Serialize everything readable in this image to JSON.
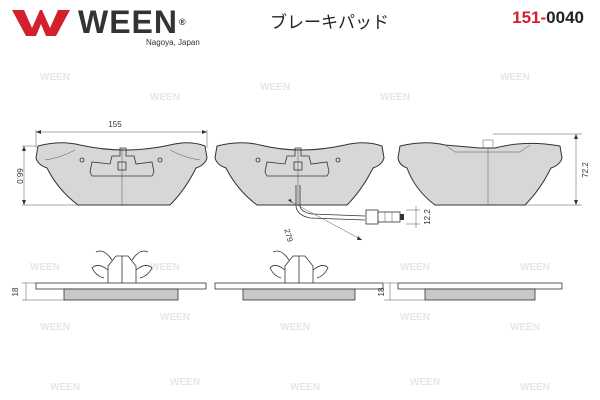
{
  "brand": {
    "name": "WEEN",
    "registered": "®",
    "location": "Nagoya, Japan",
    "accent_color": "#d4202c"
  },
  "product": {
    "title": "ブレーキパッド",
    "part_prefix": "151-",
    "part_suffix": "0040"
  },
  "dimensions": {
    "width": "155",
    "height_left": "66.0",
    "height_right": "72.2",
    "sensor_length": "279",
    "sensor_width": "12.2",
    "thickness_left": "18",
    "thickness_right": "18"
  },
  "watermark": "WEEN"
}
